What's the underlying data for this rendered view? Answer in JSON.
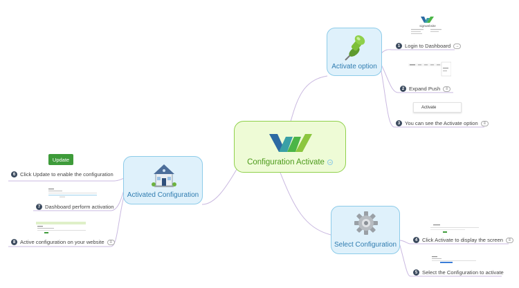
{
  "center": {
    "label": "Configuration Activate"
  },
  "branches": {
    "activate_option": {
      "label": "Activate option",
      "steps": [
        {
          "num": "1",
          "text": "Login to Dashboard",
          "thumb_logo_text": "signwebsite"
        },
        {
          "num": "2",
          "text": "Expand Push"
        },
        {
          "num": "3",
          "text": "You can see the Activate option",
          "thumb_button": "Activate"
        }
      ]
    },
    "select_configuration": {
      "label": "Select Configuration",
      "steps": [
        {
          "num": "4",
          "text": "Click Activate to display the screen"
        },
        {
          "num": "5",
          "text": "Select the Configuration to activate"
        }
      ]
    },
    "activated_configuration": {
      "label": "Activated Configuration",
      "steps": [
        {
          "num": "6",
          "text": "Click Update to enable the configuration",
          "thumb_button": "Update"
        },
        {
          "num": "7",
          "text": "Dashboard perform activation"
        },
        {
          "num": "8",
          "text": "Active configuration on your website"
        }
      ]
    }
  },
  "colors": {
    "center_fill": "#eefbd6",
    "center_border": "#8fd04a",
    "branch_fill": "#dff1fb",
    "branch_border": "#8ccbe9",
    "connector": "#c9b8e0",
    "step_number_fill": "#3b4a5e",
    "button_green": "#3e9b3a"
  },
  "icons": {
    "activate_option": "pushpin-icon",
    "select_configuration": "gear-icon",
    "activated_configuration": "house-icon",
    "center": "logo-icon"
  }
}
